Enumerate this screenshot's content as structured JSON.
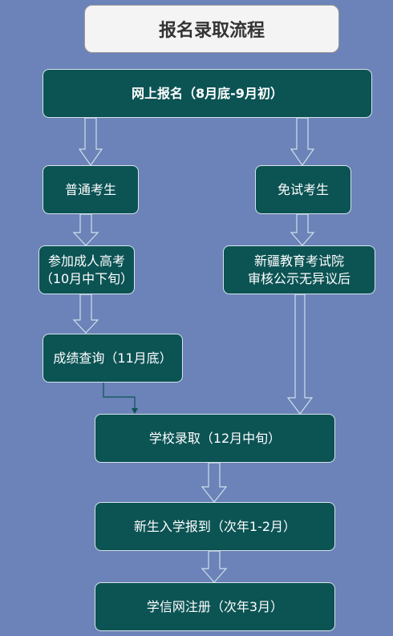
{
  "title": "报名录取流程",
  "nodes": {
    "online_signup": "网上报名（8月底-9月初）",
    "regular_candidate": "普通考生",
    "exempt_candidate": "免试考生",
    "adult_exam_line1": "参加成人高考",
    "adult_exam_line2": "（10月中下旬）",
    "xinjiang_line1": "新疆教育考试院",
    "xinjiang_line2": "审核公示无异议后",
    "score_query": "成绩查询（11月底）",
    "admission": "学校录取（12月中旬）",
    "enrollment": "新生入学报到（次年1-2月）",
    "registration": "学信网注册（次年3月）"
  },
  "colors": {
    "background": "#6b83b8",
    "node_fill": "#0c5354",
    "node_border": "#d9e3ea",
    "arrow_fill": "#6b83b8",
    "arrow_stroke": "#cfe0ea",
    "connector": "#0c5354"
  }
}
